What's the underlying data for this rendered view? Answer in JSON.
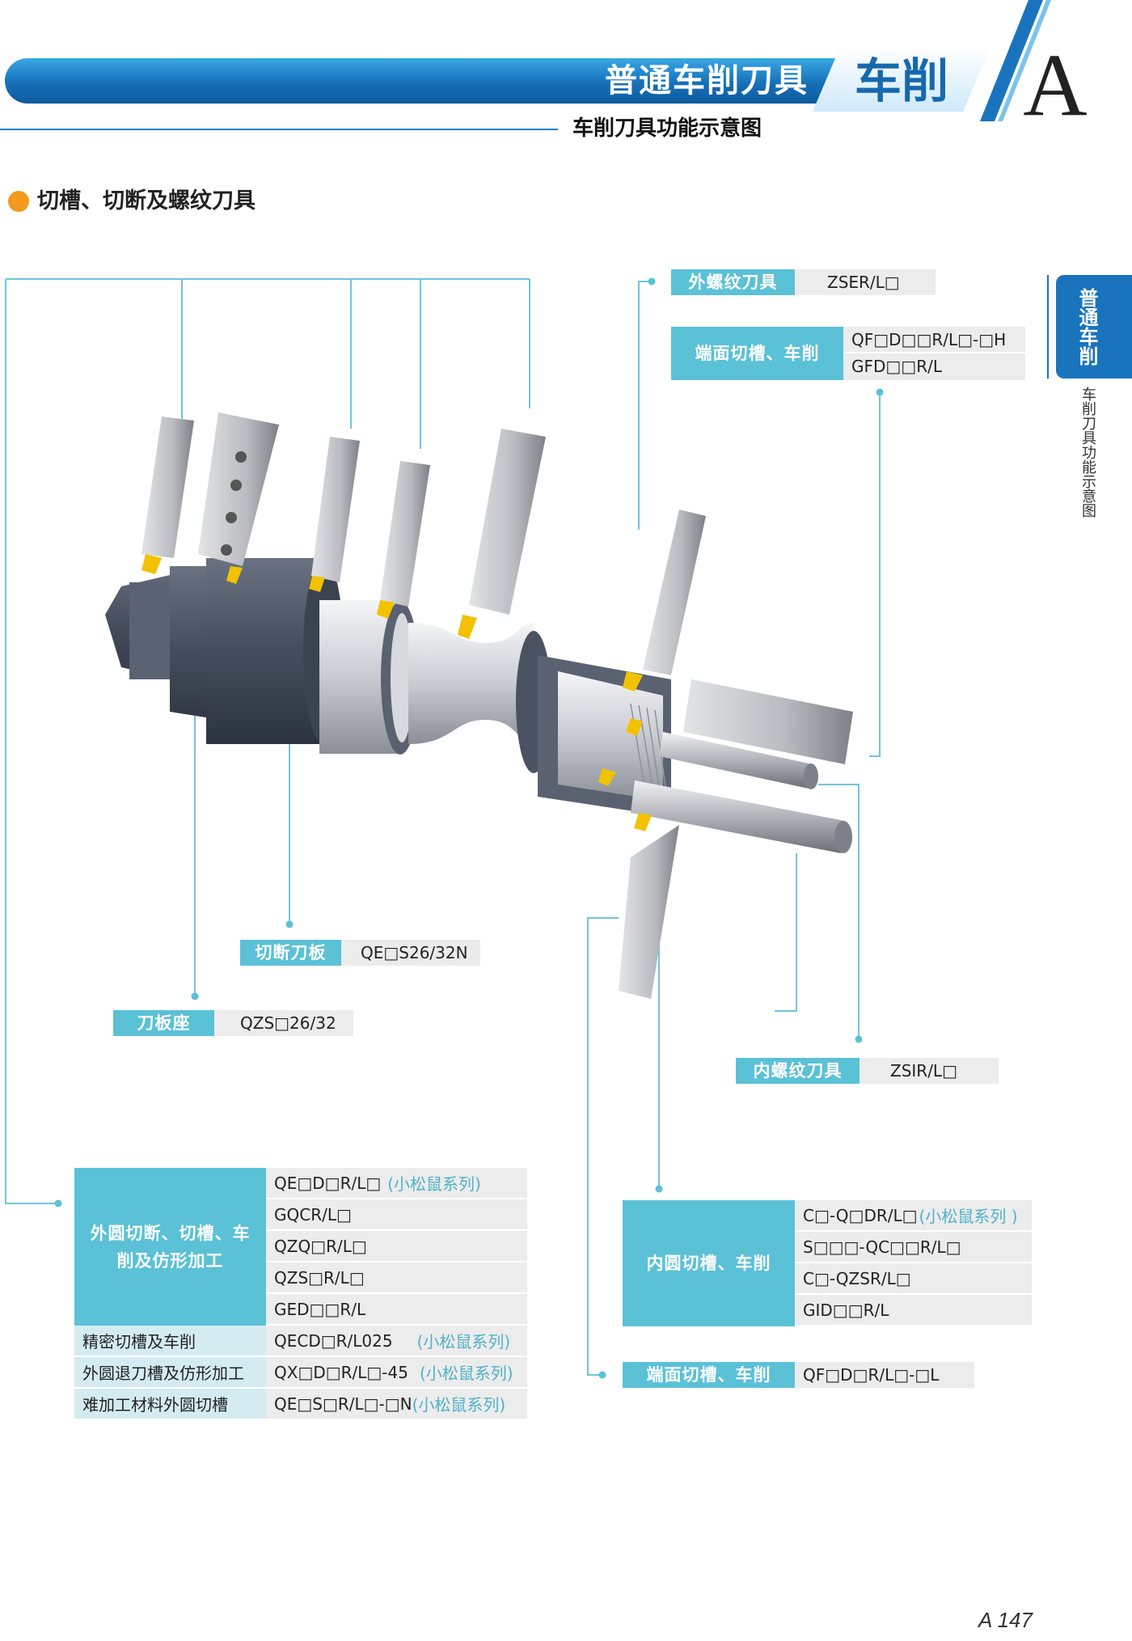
{
  "header": {
    "title": "普通车削刀具",
    "category": "车削",
    "letter": "A",
    "subtitle": "车削刀具功能示意图"
  },
  "section": {
    "title": "切槽、切断及螺纹刀具"
  },
  "side_tab": {
    "label": "普通车削",
    "sub": "车削刀具功能示意图"
  },
  "labels": {
    "ext_thread": {
      "name": "外螺纹刀具",
      "code": "ZSER/L□"
    },
    "face_groove_top": {
      "name": "端面切槽、车削",
      "codes": [
        "QF□D□□R/L□-□H",
        "GFD□□R/L"
      ]
    },
    "cutoff_blade": {
      "name": "切断刀板",
      "code": "QE□S26/32N"
    },
    "blade_seat": {
      "name": "刀板座",
      "code": "QZS□26/32"
    },
    "int_thread": {
      "name": "内螺纹刀具",
      "code": "ZSIR/L□"
    },
    "face_groove_bottom": {
      "name": "端面切槽、车削",
      "code": "QF□D□R/L□-□L"
    }
  },
  "left_table": {
    "head": "外圆切断、切槽、车削及仿形加工",
    "head_rows": [
      {
        "code": "QE□D□R/L□",
        "note": "(小松鼠系列)"
      },
      {
        "code": "GQCR/L□",
        "note": ""
      },
      {
        "code": "QZQ□R/L□",
        "note": ""
      },
      {
        "code": "QZS□R/L□",
        "note": ""
      },
      {
        "code": "GED□□R/L",
        "note": ""
      }
    ],
    "rows": [
      {
        "label": "精密切槽及车削",
        "code": "QECD□R/L025",
        "note": "(小松鼠系列)"
      },
      {
        "label": "外圆退刀槽及仿形加工",
        "code": "QX□D□R/L□-45",
        "note": "(小松鼠系列)"
      },
      {
        "label": "难加工材料外圆切槽",
        "code": "QE□S□R/L□-□N",
        "note": "(小松鼠系列)"
      }
    ]
  },
  "right_table": {
    "head": "内圆切槽、车削",
    "rows": [
      {
        "code": "C□-Q□DR/L□",
        "note": "(小松鼠系列 )"
      },
      {
        "code": "S□□□-QC□□R/L□",
        "note": ""
      },
      {
        "code": "C□-QZSR/L□",
        "note": ""
      },
      {
        "code": "GID□□R/L",
        "note": ""
      }
    ]
  },
  "page_number": "A 147",
  "colors": {
    "brand_blue": "#1a74bd",
    "label_cyan": "#5bc1d6",
    "accent_orange": "#f39a1d"
  }
}
